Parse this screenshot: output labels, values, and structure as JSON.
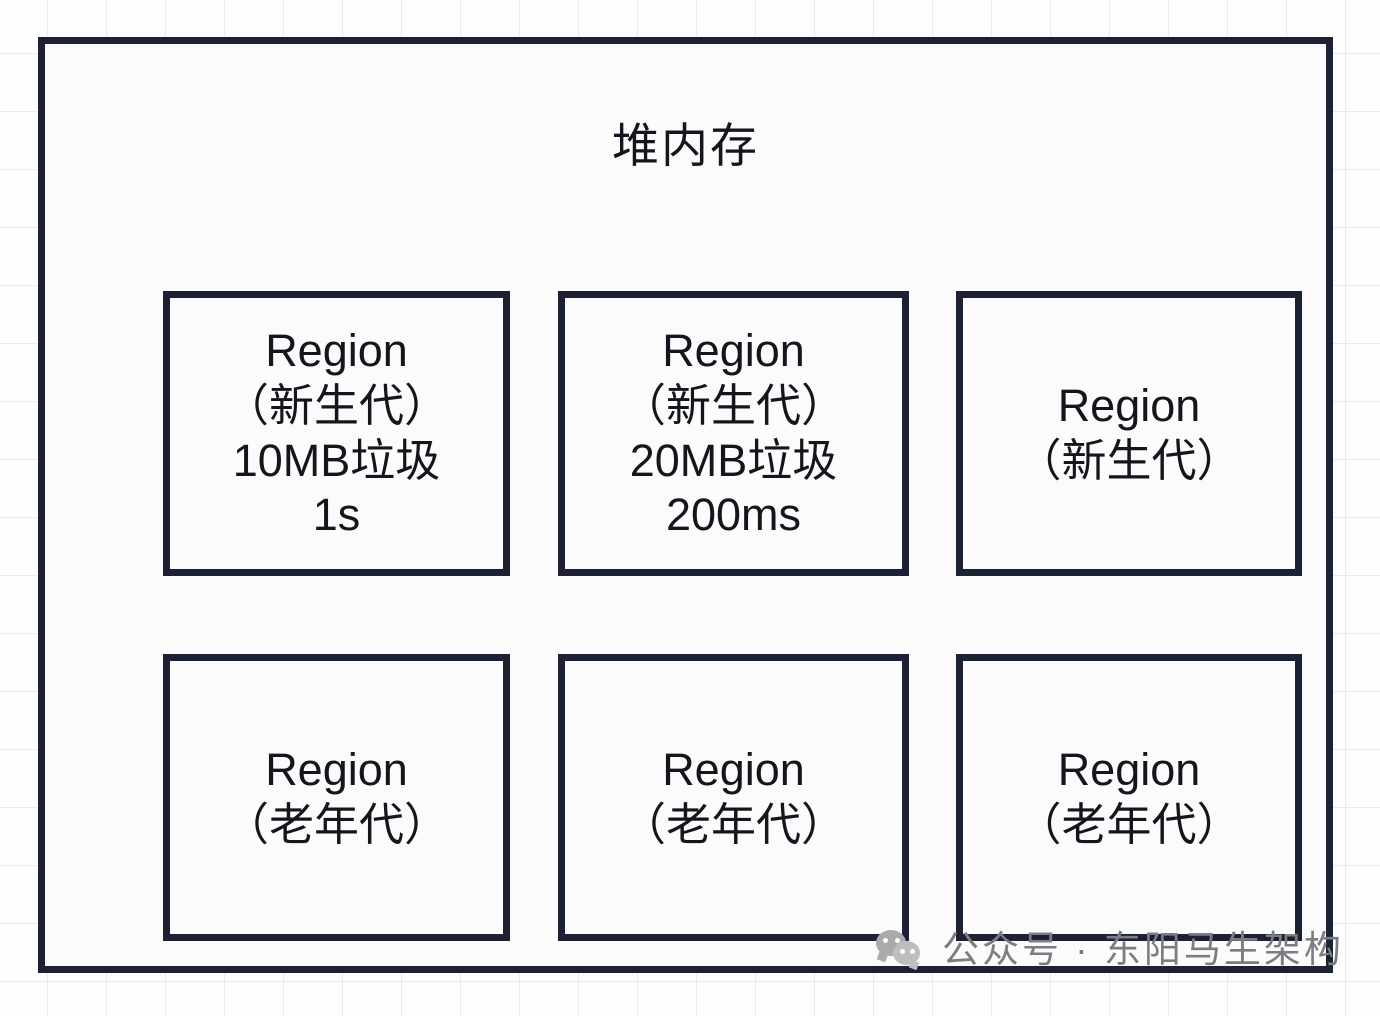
{
  "diagram": {
    "title": "堆内存",
    "heap_label": "堆内存",
    "border_color": "#1c2233",
    "text_color": "#14161d",
    "background_color": "#fdfdfd",
    "regions": [
      {
        "id": "region-young-1",
        "lines": [
          "Region",
          "（新生代）",
          "10MB垃圾",
          "1s"
        ],
        "line1": "Region",
        "line2": "（新生代）",
        "line3": "10MB垃圾",
        "line4": "1s"
      },
      {
        "id": "region-young-2",
        "lines": [
          "Region",
          "（新生代）",
          "20MB垃圾",
          "200ms"
        ],
        "line1": "Region",
        "line2": "（新生代）",
        "line3": "20MB垃圾",
        "line4": "200ms"
      },
      {
        "id": "region-young-3",
        "lines": [
          "Region",
          "（新生代）"
        ],
        "line1": "Region",
        "line2": "（新生代）"
      },
      {
        "id": "region-old-1",
        "lines": [
          "Region",
          "（老年代）"
        ],
        "line1": "Region",
        "line2": "（老年代）"
      },
      {
        "id": "region-old-2",
        "lines": [
          "Region",
          "（老年代）"
        ],
        "line1": "Region",
        "line2": "（老年代）"
      },
      {
        "id": "region-old-3",
        "lines": [
          "Region",
          "（老年代）"
        ],
        "line1": "Region",
        "line2": "（老年代）"
      }
    ]
  },
  "watermark": {
    "icon": "wechat-icon",
    "text": "公众号 · 东阳马生架构",
    "color": "#7b7d82"
  }
}
